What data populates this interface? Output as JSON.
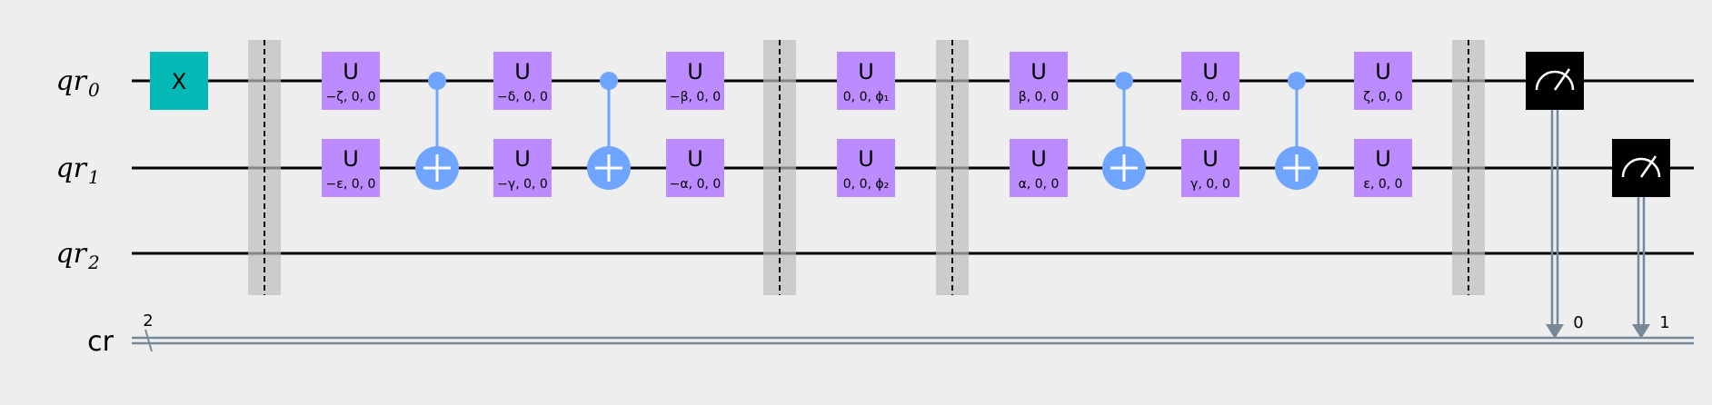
{
  "quantum_wires": [
    {
      "base": "qr",
      "sub": "0"
    },
    {
      "base": "qr",
      "sub": "1"
    },
    {
      "base": "qr",
      "sub": "2"
    }
  ],
  "classical_register": {
    "name": "cr",
    "size": "2"
  },
  "colors": {
    "background": "#eeeeee",
    "x_gate": "#05bab6",
    "u_gate": "#bb8bff",
    "cnot": "#6fa4ff",
    "barrier": "#bdbdbd",
    "measure": "#000000",
    "classical_wire": "#778899",
    "wire": "#000000"
  },
  "gates": [
    {
      "type": "single",
      "label": "X",
      "qubit": 0,
      "step": "x"
    },
    {
      "type": "barrier",
      "step": "b1"
    },
    {
      "type": "single",
      "label": "U",
      "param": "−ζ, 0, 0",
      "qubit": 0,
      "step": "u1"
    },
    {
      "type": "single",
      "label": "U",
      "param": "−ε, 0, 0",
      "qubit": 1,
      "step": "u1"
    },
    {
      "type": "cnot",
      "control": 0,
      "target": 1,
      "step": "cx1"
    },
    {
      "type": "single",
      "label": "U",
      "param": "−δ, 0, 0",
      "qubit": 0,
      "step": "u2"
    },
    {
      "type": "single",
      "label": "U",
      "param": "−γ, 0, 0",
      "qubit": 1,
      "step": "u2"
    },
    {
      "type": "cnot",
      "control": 0,
      "target": 1,
      "step": "cx2"
    },
    {
      "type": "single",
      "label": "U",
      "param": "−β, 0, 0",
      "qubit": 0,
      "step": "u3"
    },
    {
      "type": "single",
      "label": "U",
      "param": "−α, 0, 0",
      "qubit": 1,
      "step": "u3"
    },
    {
      "type": "barrier",
      "step": "b2"
    },
    {
      "type": "single",
      "label": "U",
      "param": "0, 0, ϕ₁",
      "qubit": 0,
      "step": "u4"
    },
    {
      "type": "single",
      "label": "U",
      "param": "0, 0, ϕ₂",
      "qubit": 1,
      "step": "u4"
    },
    {
      "type": "barrier",
      "step": "b3"
    },
    {
      "type": "single",
      "label": "U",
      "param": "β, 0, 0",
      "qubit": 0,
      "step": "u5"
    },
    {
      "type": "single",
      "label": "U",
      "param": "α, 0, 0",
      "qubit": 1,
      "step": "u5"
    },
    {
      "type": "cnot",
      "control": 0,
      "target": 1,
      "step": "cx3"
    },
    {
      "type": "single",
      "label": "U",
      "param": "δ, 0, 0",
      "qubit": 0,
      "step": "u6"
    },
    {
      "type": "single",
      "label": "U",
      "param": "γ, 0, 0",
      "qubit": 1,
      "step": "u6"
    },
    {
      "type": "cnot",
      "control": 0,
      "target": 1,
      "step": "cx4"
    },
    {
      "type": "single",
      "label": "U",
      "param": "ζ, 0, 0",
      "qubit": 0,
      "step": "u7"
    },
    {
      "type": "single",
      "label": "U",
      "param": "ε, 0, 0",
      "qubit": 1,
      "step": "u7"
    },
    {
      "type": "barrier",
      "step": "b4"
    },
    {
      "type": "measure",
      "qubit": 0,
      "clbit": "0",
      "step": "m1"
    },
    {
      "type": "measure",
      "qubit": 1,
      "clbit": "1",
      "step": "m2"
    }
  ]
}
